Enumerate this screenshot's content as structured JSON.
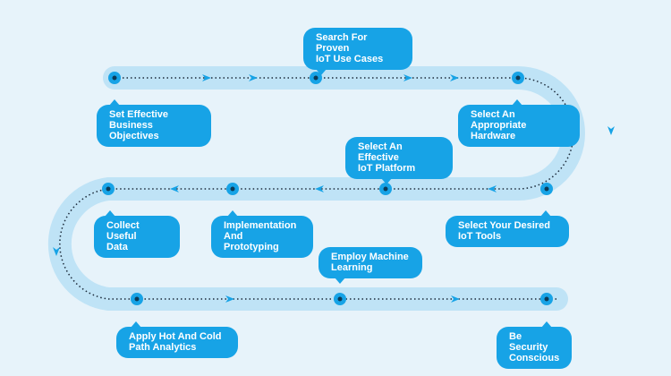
{
  "steps": [
    {
      "label": "Search For Proven\nIoT Use Cases"
    },
    {
      "label": "Set Effective\nBusiness Objectives"
    },
    {
      "label": "Select An Appropriate\nHardware"
    },
    {
      "label": "Select An Effective\nIoT Platform"
    },
    {
      "label": "Collect Useful\nData"
    },
    {
      "label": "Implementation\nAnd Prototyping"
    },
    {
      "label": "Select Your Desired\nIoT Tools"
    },
    {
      "label": "Employ Machine\nLearning"
    },
    {
      "label": "Apply Hot And Cold\nPath Analytics"
    },
    {
      "label": "Be Security\nConscious"
    }
  ],
  "colors": {
    "background": "#e7f3fa",
    "road": "#bfe3f6",
    "accent": "#17a3e6",
    "line": "#1b2a3a"
  }
}
